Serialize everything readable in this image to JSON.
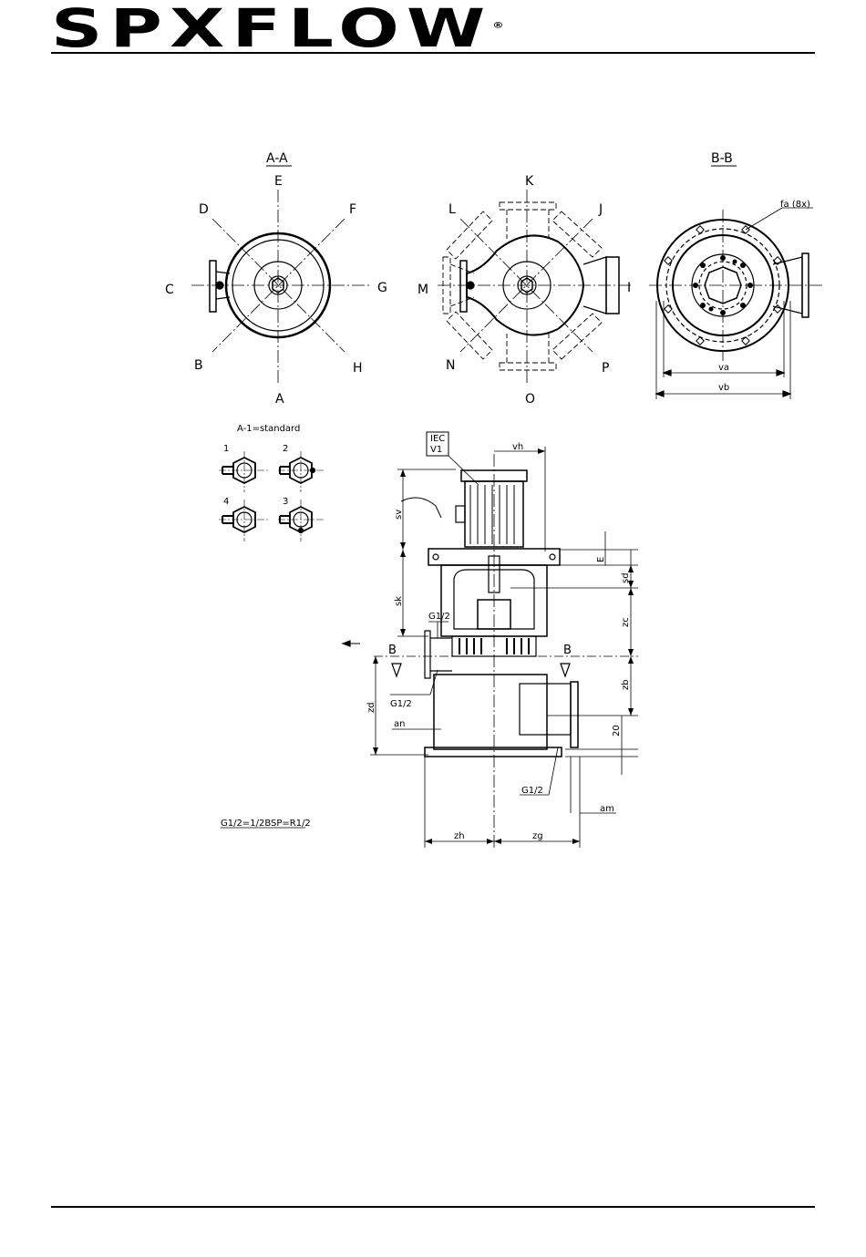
{
  "header": {
    "brand": "SPXFLOW",
    "registered_mark": "®"
  },
  "sections": {
    "aa": "A-A",
    "bb": "B-B"
  },
  "orientations_left": {
    "E": "E",
    "F": "F",
    "G": "G",
    "H": "H",
    "A": "A",
    "B": "B",
    "C": "C",
    "D": "D"
  },
  "orientations_mid": {
    "K": "K",
    "J": "J",
    "I": "I",
    "P": "P",
    "O": "O",
    "N": "N",
    "M": "M",
    "L": "L"
  },
  "flange_labels": {
    "fa": "fa (8x)",
    "va": "va",
    "vb": "vb"
  },
  "variants": {
    "title": "A-1=standard",
    "v1": "1",
    "v2": "2",
    "v3": "3",
    "v4": "4"
  },
  "motor": {
    "iec": "IEC",
    "v1": "V1"
  },
  "dims": {
    "vh": "vh",
    "sv": "sv",
    "sk": "sk",
    "E": "E",
    "sd": "sd",
    "zc": "zc",
    "zb": "zb",
    "zd": "zd",
    "an": "an",
    "n20": "20",
    "am": "am",
    "zh": "zh",
    "zg": "zg",
    "g1": "G1/2",
    "g2": "G1/2",
    "g3": "G1/2",
    "B": "B"
  },
  "footnote": "G1/2=1/2BSP=R1/2"
}
